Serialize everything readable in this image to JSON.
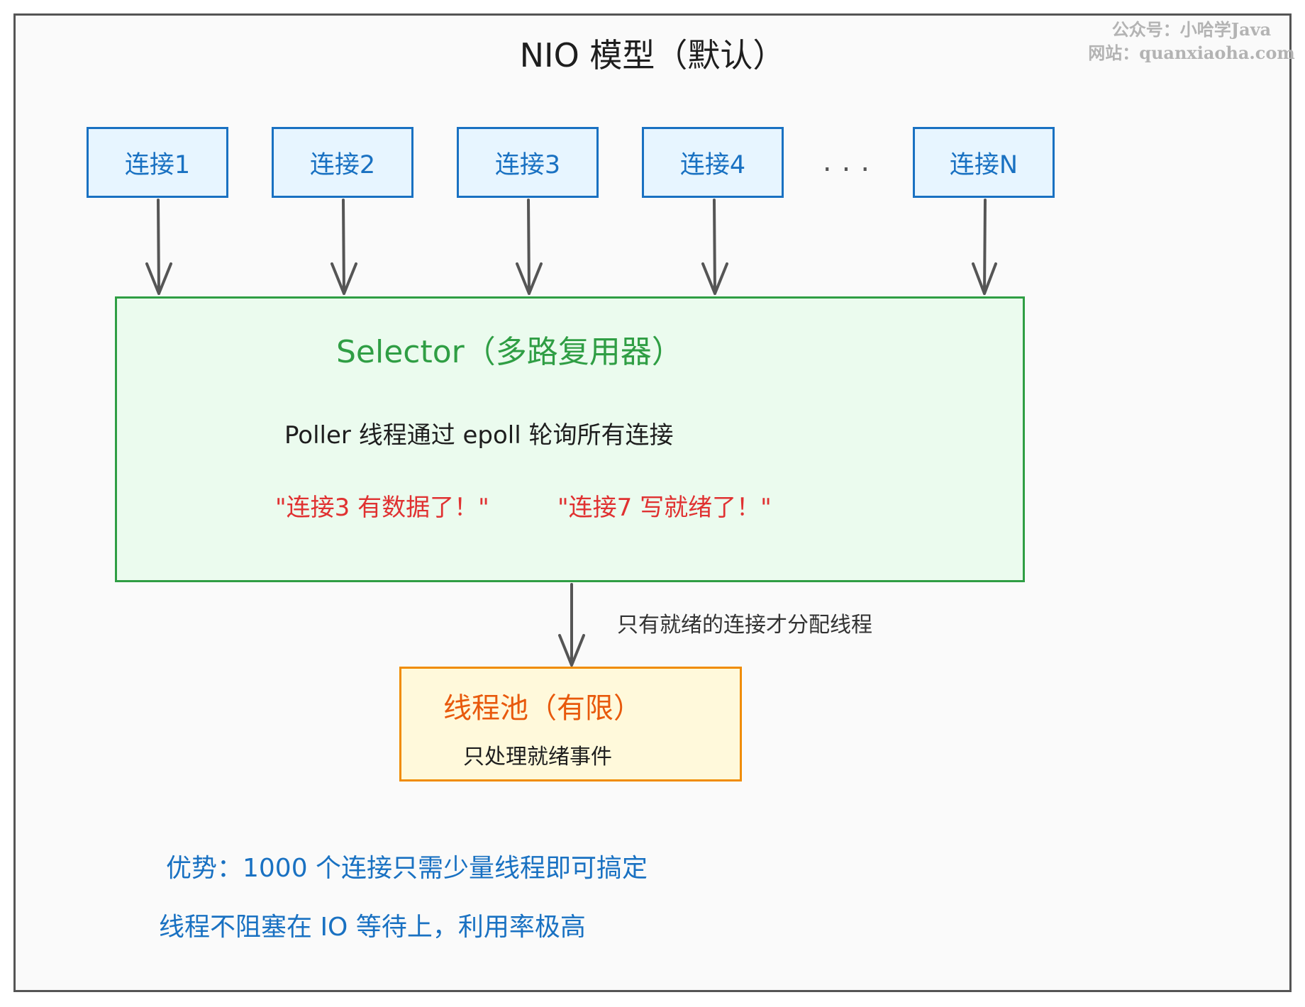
{
  "title": "NIO 模型（默认）",
  "watermark": {
    "line1": "公众号：小哈学Java",
    "line2": "网站：quanxiaoha.com"
  },
  "connections": [
    "连接1",
    "连接2",
    "连接3",
    "连接4",
    "连接N"
  ],
  "ellipsis": "...",
  "selector": {
    "title": "Selector（多路复用器）",
    "description": "Poller 线程通过 epoll 轮询所有连接",
    "message1": "\"连接3 有数据了！\"",
    "message2": "\"连接7 写就绪了！\""
  },
  "edge_label": "只有就绪的连接才分配线程",
  "thread_pool": {
    "title": "线程池（有限）",
    "description": "只处理就绪事件"
  },
  "advantages": {
    "line1": "优势：1000 个连接只需少量线程即可搞定",
    "line2": "线程不阻塞在 IO 等待上，利用率极高"
  },
  "colors": {
    "connection_border": "#1971c2",
    "connection_fill": "#e7f5ff",
    "selector_border": "#2f9e44",
    "selector_fill": "#ebfbee",
    "message_text": "#e03131",
    "pool_border": "#f08c00",
    "pool_fill": "#fff9db",
    "pool_title": "#e8590c",
    "advantage_text": "#1971c2",
    "arrow": "#555555"
  }
}
